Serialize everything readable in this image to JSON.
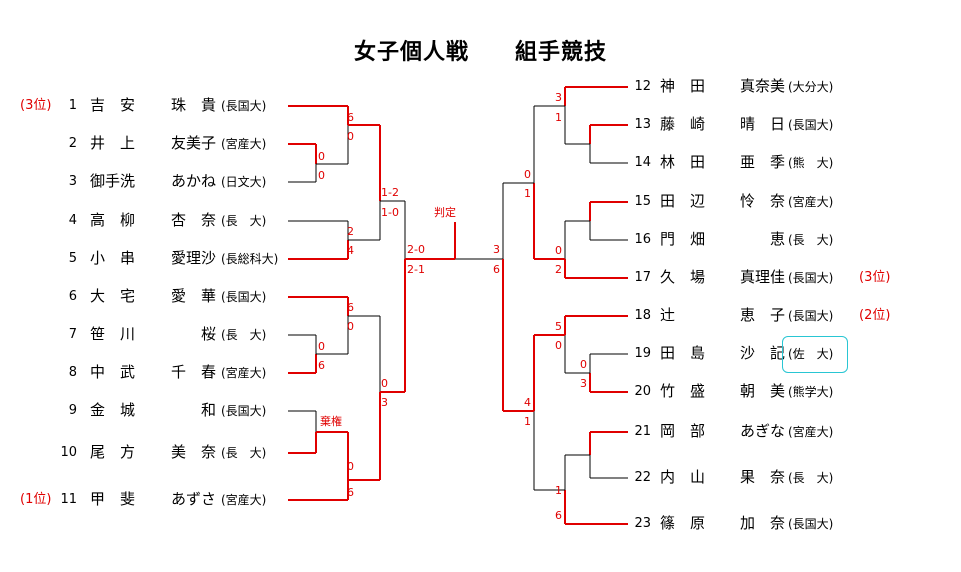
{
  "title": "女子個人戦　　組手競技",
  "colors": {
    "win": "#e00000",
    "lose": "#000000",
    "highlight_box": "#29c6d3"
  },
  "left": [
    {
      "num": "1",
      "surname": "吉　安",
      "given": "珠　貴",
      "univ": "(長国大)",
      "place": "(3位)"
    },
    {
      "num": "2",
      "surname": "井　上",
      "given": "友美子",
      "univ": "(宮産大)",
      "place": ""
    },
    {
      "num": "3",
      "surname": "御手洗",
      "given": "あかね",
      "univ": "(日文大)",
      "place": ""
    },
    {
      "num": "4",
      "surname": "高　柳",
      "given": "杏　奈",
      "univ": "(長　大)",
      "place": ""
    },
    {
      "num": "5",
      "surname": "小　串",
      "given": "愛理沙",
      "univ": "(長総科大)",
      "place": ""
    },
    {
      "num": "6",
      "surname": "大　宅",
      "given": "愛　華",
      "univ": "(長国大)",
      "place": ""
    },
    {
      "num": "7",
      "surname": "笹　川",
      "given": "桜",
      "univ": "(長　大)",
      "place": ""
    },
    {
      "num": "8",
      "surname": "中　武",
      "given": "千　春",
      "univ": "(宮産大)",
      "place": ""
    },
    {
      "num": "9",
      "surname": "金　城",
      "given": "和",
      "univ": "(長国大)",
      "place": ""
    },
    {
      "num": "10",
      "surname": "尾　方",
      "given": "美　奈",
      "univ": "(長　大)",
      "place": ""
    },
    {
      "num": "11",
      "surname": "甲　斐",
      "given": "あずさ",
      "univ": "(宮産大)",
      "place": "(1位)"
    }
  ],
  "right": [
    {
      "num": "12",
      "surname": "神　田",
      "given": "真奈美",
      "univ": "(大分大)",
      "place": ""
    },
    {
      "num": "13",
      "surname": "藤　崎",
      "given": "晴　日",
      "univ": "(長国大)",
      "place": ""
    },
    {
      "num": "14",
      "surname": "林　田",
      "given": "亜　季",
      "univ": "(熊　大)",
      "place": ""
    },
    {
      "num": "15",
      "surname": "田　辺",
      "given": "怜　奈",
      "univ": "(宮産大)",
      "place": ""
    },
    {
      "num": "16",
      "surname": "門　畑",
      "given": "恵",
      "univ": "(長　大)",
      "place": ""
    },
    {
      "num": "17",
      "surname": "久　場",
      "given": "真理佳",
      "univ": "(長国大)",
      "place": "(3位)"
    },
    {
      "num": "18",
      "surname": "辻",
      "given": "恵　子",
      "univ": "(長国大)",
      "place": "(2位)"
    },
    {
      "num": "19",
      "surname": "田　島",
      "given": "沙　記",
      "univ": "(佐　大)",
      "place": ""
    },
    {
      "num": "20",
      "surname": "竹　盛",
      "given": "朝　美",
      "univ": "(熊学大)",
      "place": ""
    },
    {
      "num": "21",
      "surname": "岡　部",
      "given": "あぎな",
      "univ": "(宮産大)",
      "place": ""
    },
    {
      "num": "22",
      "surname": "内　山",
      "given": "果　奈",
      "univ": "(長　大)",
      "place": ""
    },
    {
      "num": "23",
      "surname": "篠　原",
      "given": "加　奈",
      "univ": "(長国大)",
      "place": ""
    }
  ],
  "scores": {
    "l_r1a_top": "0",
    "l_r1a_bot": "0",
    "l_r2a_top": "6",
    "l_r2a_bot": "0",
    "l_r1b_top": "2",
    "l_r1b_bot": "4",
    "l_r1c_top": "0",
    "l_r1c_bot": "6",
    "l_r2c_top": "6",
    "l_r2c_bot": "0",
    "l_r1d_note": "棄権",
    "l_r2d_top": "0",
    "l_r2d_bot": "6",
    "l_r3a_top": "1-2",
    "l_r3a_bot": "1-0",
    "l_r3b_top": "0",
    "l_r3b_bot": "3",
    "l_sf_top": "2-0",
    "l_sf_bot": "2-1",
    "final_note": "判定",
    "r_sf_top": "3",
    "r_sf_bot": "6",
    "r_r1a_top": "3",
    "r_r1a_bot": "1",
    "r_r3a_top": "0",
    "r_r3a_bot": "1",
    "r_r2b_top": "0",
    "r_r2b_bot": "2",
    "r_r2c_top": "5",
    "r_r2c_bot": "0",
    "r_r1c_top": "0",
    "r_r1c_bot": "3",
    "r_r3b_top": "4",
    "r_r3b_bot": "1",
    "r_r2d_top": "1",
    "r_r2d_bot": "6"
  }
}
